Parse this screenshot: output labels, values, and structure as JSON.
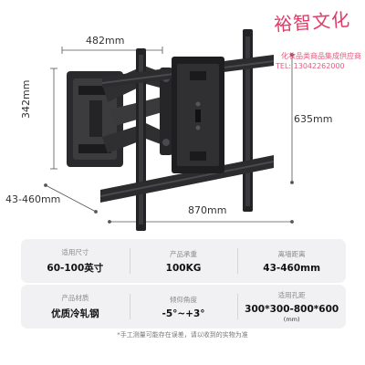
{
  "dimensions": {
    "width": "482mm",
    "height_left": "342mm",
    "height_right": "635mm",
    "depth": "43-460mm",
    "vesa_width": "870mm"
  },
  "watermark": {
    "brand": "裕智文化",
    "line1": "化妆品类商品集成供应商",
    "line2": "TEL: 13042262000"
  },
  "specs": [
    [
      {
        "label": "适用尺寸",
        "value": "60-100英寸"
      },
      {
        "label": "产品承重",
        "value": "100KG"
      },
      {
        "label": "离墙距离",
        "value": "43-460mm"
      }
    ],
    [
      {
        "label": "产品材质",
        "value": "优质冷轧钢"
      },
      {
        "label": "倾仰角度",
        "value": "-5°~+3°"
      },
      {
        "label": "适用孔距",
        "value": "300*300-800*600",
        "unit": "(mm)"
      }
    ]
  ],
  "footnote": "*手工测量可能存在误差，请以收到的实物为准"
}
